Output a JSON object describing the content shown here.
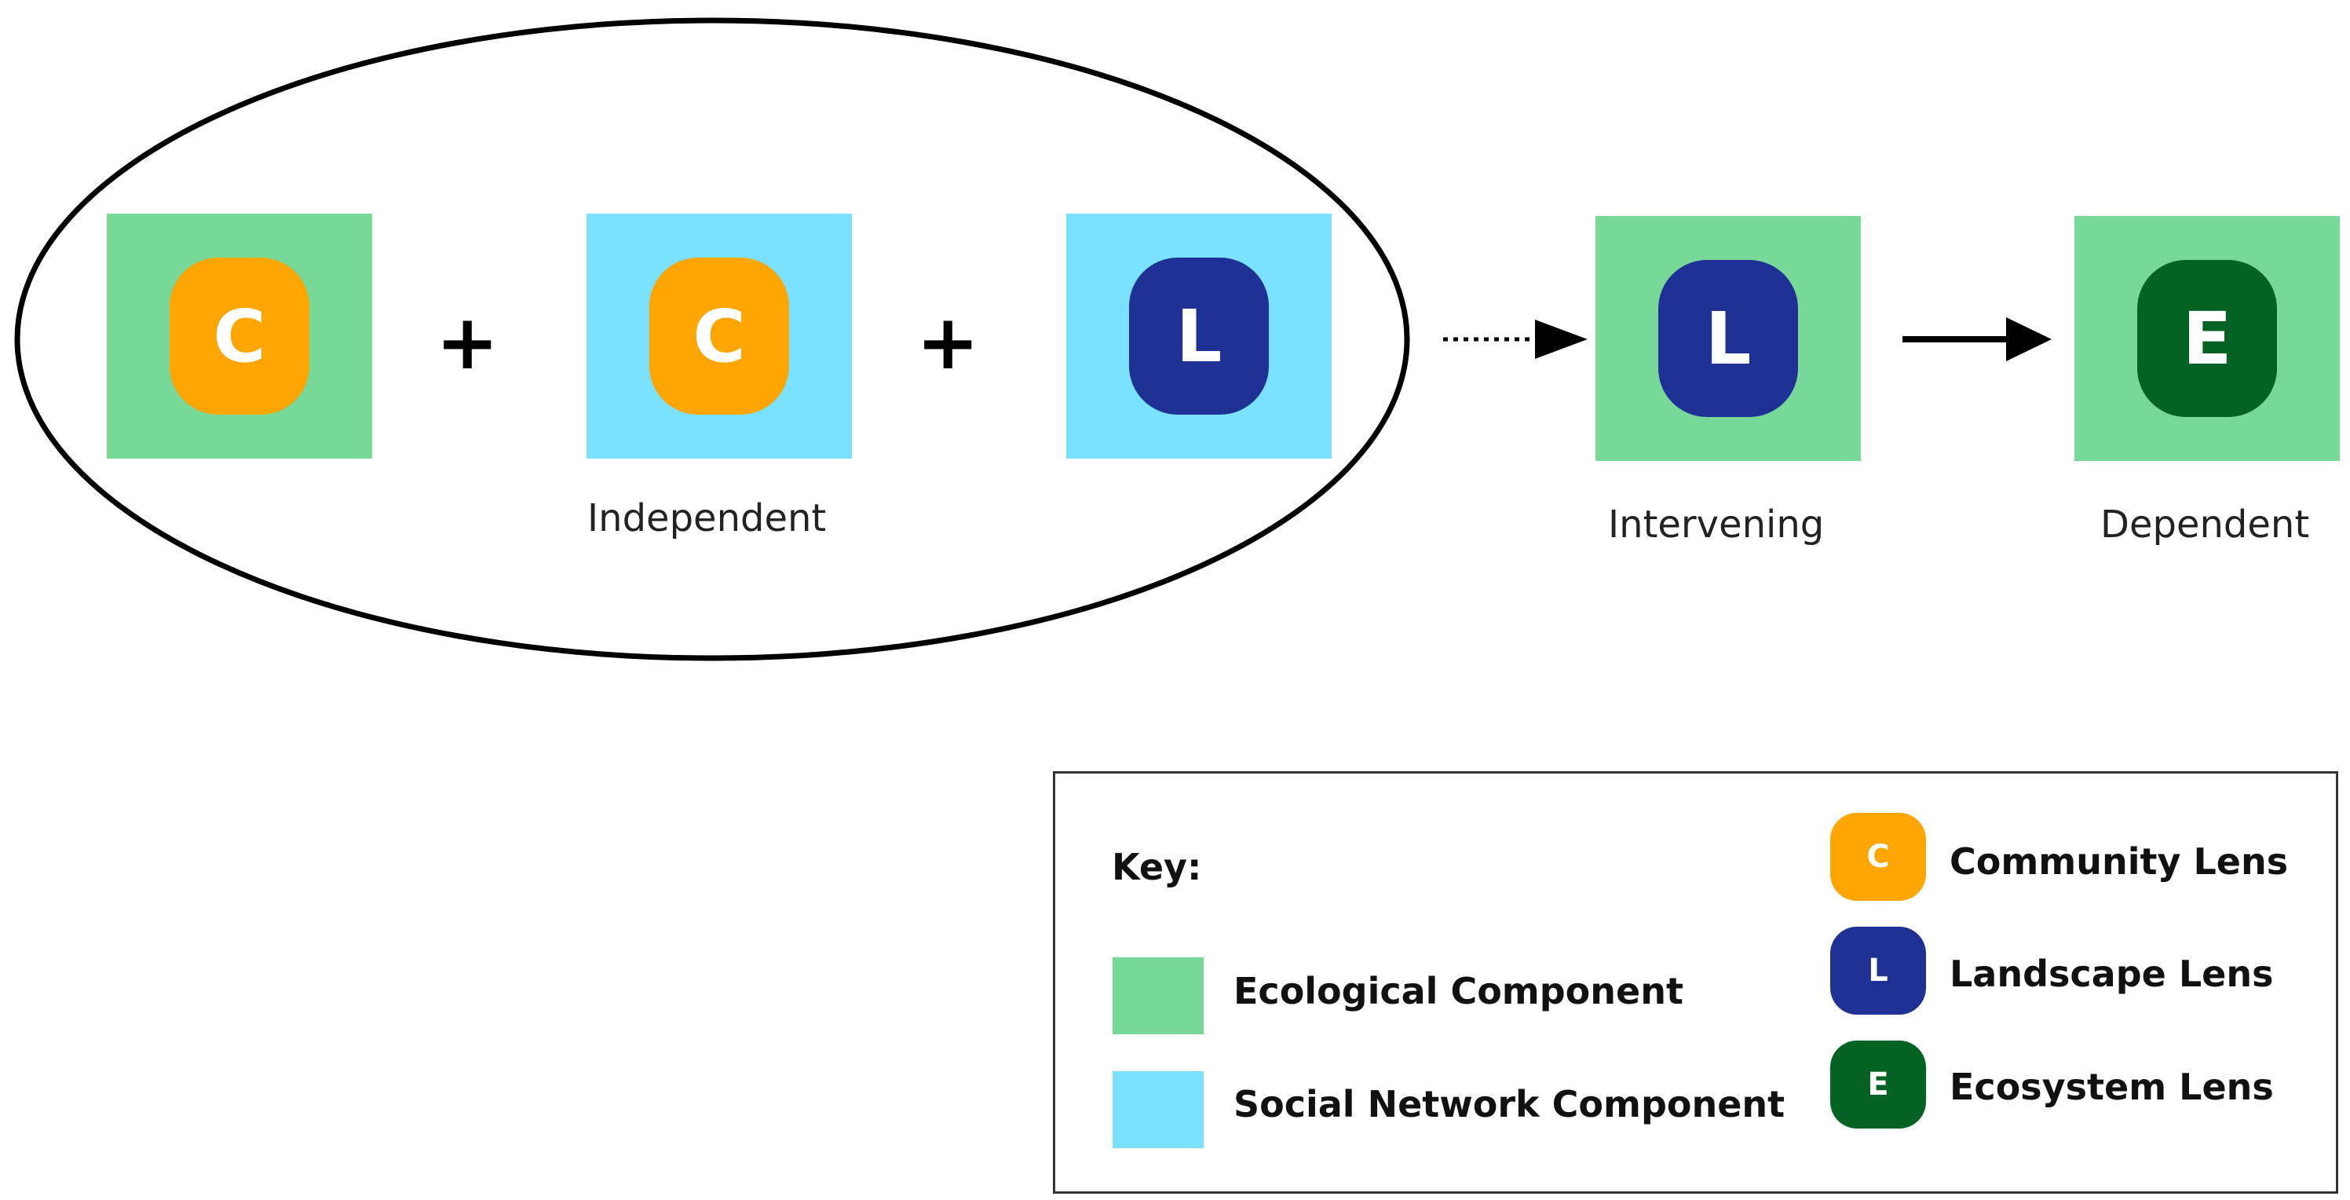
{
  "colors": {
    "ecological": "#77d898",
    "social": "#7ae1fe",
    "community": "#fca503",
    "landscape": "#1f3194",
    "ecosystem": "#046324"
  },
  "icons": [
    "oval-grouping",
    "dotted-arrow",
    "solid-arrow",
    "plus-sign"
  ],
  "diagram": {
    "operators": [
      "+",
      "+"
    ],
    "independent": {
      "label": "Independent",
      "items": [
        {
          "component": "ecological",
          "lens": "C"
        },
        {
          "component": "social",
          "lens": "C"
        },
        {
          "component": "social",
          "lens": "L"
        }
      ]
    },
    "intervening": {
      "label": "Intervening",
      "component": "ecological",
      "lens": "L"
    },
    "dependent": {
      "label": "Dependent",
      "component": "ecological",
      "lens": "E"
    }
  },
  "key": {
    "title": "Key:",
    "components": [
      {
        "label": "Ecological Component"
      },
      {
        "label": "Social Network Component"
      }
    ],
    "lenses": [
      {
        "letter": "C",
        "label": "Community Lens"
      },
      {
        "letter": "L",
        "label": "Landscape Lens"
      },
      {
        "letter": "E",
        "label": "Ecosystem Lens"
      }
    ]
  }
}
